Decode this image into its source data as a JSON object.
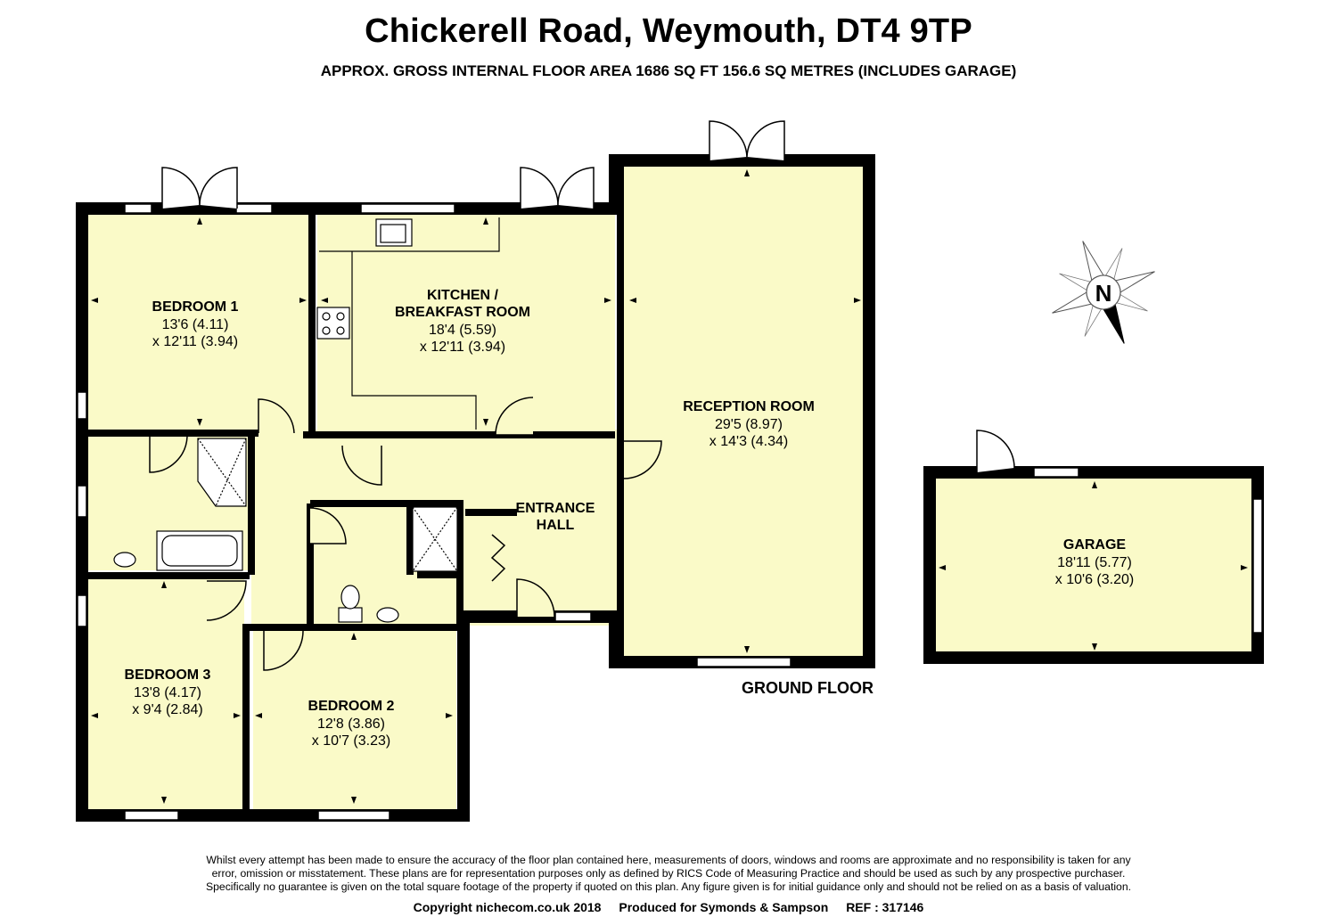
{
  "header": {
    "title": "Chickerell Road, Weymouth, DT4 9TP",
    "subtitle": "APPROX. GROSS INTERNAL FLOOR AREA 1686 SQ FT 156.6 SQ METRES (INCLUDES GARAGE)"
  },
  "rooms": {
    "bedroom1": {
      "name": "BEDROOM 1",
      "dim1": "13'6 (4.11)",
      "dim2": "x 12'11 (3.94)"
    },
    "kitchen": {
      "name1": "KITCHEN /",
      "name2": "BREAKFAST ROOM",
      "dim1": "18'4 (5.59)",
      "dim2": "x 12'11 (3.94)"
    },
    "reception": {
      "name": "RECEPTION ROOM",
      "dim1": "29'5 (8.97)",
      "dim2": "x 14'3 (4.34)"
    },
    "entrance": {
      "name1": "ENTRANCE",
      "name2": "HALL"
    },
    "bedroom3": {
      "name": "BEDROOM 3",
      "dim1": "13'8 (4.17)",
      "dim2": "x 9'4 (2.84)"
    },
    "bedroom2": {
      "name": "BEDROOM 2",
      "dim1": "12'8 (3.86)",
      "dim2": "x 10'7 (3.23)"
    },
    "garage": {
      "name": "GARAGE",
      "dim1": "18'11 (5.77)",
      "dim2": "x 10'6 (3.20)"
    }
  },
  "floor_label": "GROUND FLOOR",
  "compass_letter": "N",
  "colors": {
    "room_fill": "#fafac8",
    "wall": "#000000"
  },
  "footer": {
    "disclaimer_lines": [
      "Whilst every attempt has been made to ensure the accuracy of the floor plan contained here, measurements of doors, windows and rooms are approximate and no responsibility is taken for any",
      "error, omission or misstatement. These plans are for representation purposes only as defined by RICS Code of Measuring Practice and should be used as such by any prospective purchaser.",
      "Specifically no guarantee is given on the total square footage of the property if quoted on this plan. Any figure given is for initial guidance only and should not be relied on as a basis of valuation."
    ],
    "copyright": "Copyright nichecom.co.uk 2018",
    "produced": "Produced for Symonds & Sampson",
    "ref": "REF : 317146"
  }
}
